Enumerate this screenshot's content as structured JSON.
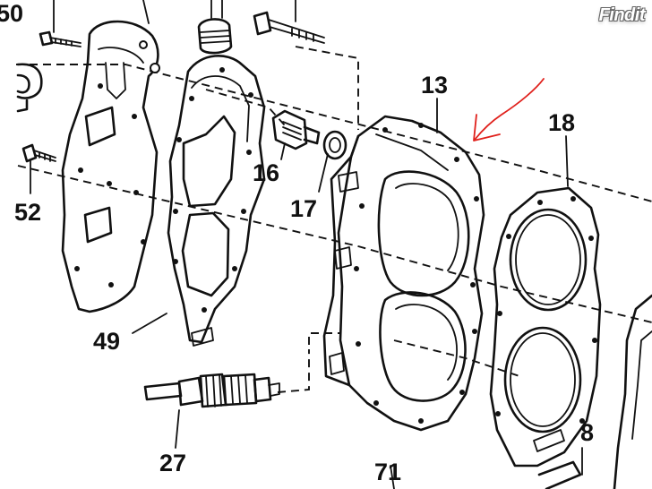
{
  "watermark": "Findit",
  "colors": {
    "line": "#111111",
    "arrow": "#e0201b",
    "background": "#ffffff"
  },
  "callouts": {
    "c50": "50",
    "c52": "52",
    "c49": "49",
    "c16": "16",
    "c17": "17",
    "c13": "13",
    "c18": "18",
    "c27": "27",
    "c71": "71",
    "c8": "8"
  },
  "annotation": {
    "type": "hand-drawn arrow",
    "color": "#e0201b"
  }
}
